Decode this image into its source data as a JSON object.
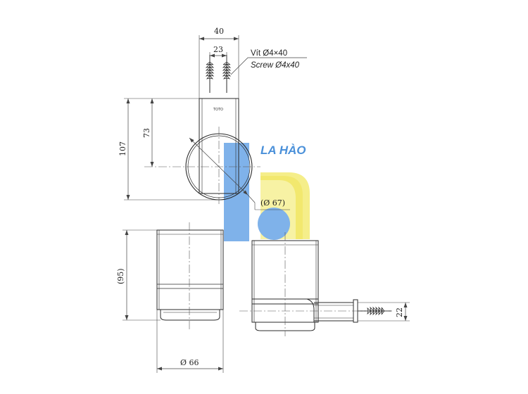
{
  "colors": {
    "line": "#2b2b2b",
    "dim": "#444444",
    "brand_blue": "#4a90d9",
    "logo_blue": "#7fb2ea",
    "logo_yellow": "#f5ee8a"
  },
  "top_view": {
    "dim_width": "40",
    "dim_screw_spacing": "23",
    "dim_total_height": "107",
    "dim_center_height": "73",
    "dim_ring_diameter": "(Ø 67)",
    "plate_mark": "TOTO"
  },
  "screw_note": {
    "vn": "Vít Ø4×40",
    "en": "Screw Ø4x40"
  },
  "front_view": {
    "dim_height": "(95)",
    "dim_diameter": "Ø 66"
  },
  "side_view": {
    "dim_arm_height": "22"
  },
  "watermark": {
    "brand": "LA HÀO"
  }
}
